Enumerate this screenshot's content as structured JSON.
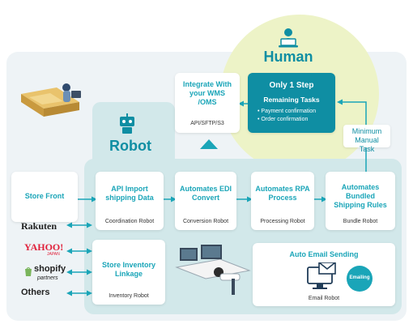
{
  "colors": {
    "teal": "#1aa5b8",
    "dark_teal": "#0f8ea3",
    "circle": "#edf3c7",
    "panel": "#eef3f6",
    "robot_panel": "#d2e8ea",
    "arrow": "#1aa5b8"
  },
  "human": {
    "title": "Human",
    "icon": "person-laptop-icon"
  },
  "integrate": {
    "title": "Integrate With your WMS /OMS",
    "subtitle": "API/SFTP/S3"
  },
  "one_step": {
    "title": "Only 1 Step",
    "subtitle": "Remaining Tasks",
    "bullets": [
      "• Payment confirmation",
      "• Order confirmation"
    ]
  },
  "minimum": {
    "label": "Minimum Manual Task"
  },
  "robot": {
    "title": "Robot",
    "icon": "robot-icon"
  },
  "store_front": {
    "label": "Store Front"
  },
  "steps": [
    {
      "title": "API Import shipping Data",
      "caption": "Coordination Robot"
    },
    {
      "title": "Automates EDI Convert",
      "caption": "Conversion Robot"
    },
    {
      "title": "Automates RPA Process",
      "caption": "Processing Robot"
    },
    {
      "title": "Automates Bundled Shipping Rules",
      "caption": "Bundle Robot"
    }
  ],
  "stores": {
    "rakuten": "Rakuten",
    "yahoo": "YAHOO!",
    "yahoo_sub": "JAPAN",
    "shopify": "shopify",
    "shopify_sub": "partners",
    "others": "Others"
  },
  "inventory": {
    "title": "Store Inventory Linkage",
    "caption": "Inventory Robot"
  },
  "email": {
    "title": "Auto Email Sending",
    "badge": "Emailing",
    "caption": "Email Robot"
  }
}
